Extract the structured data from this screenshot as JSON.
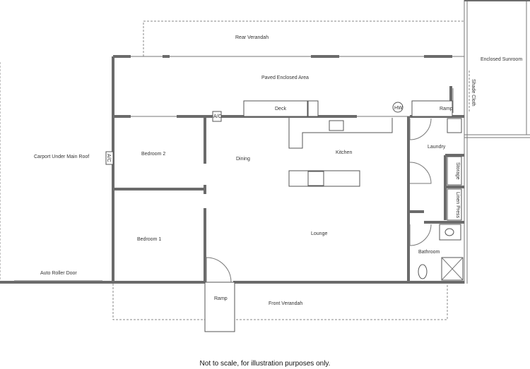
{
  "labels": {
    "rear_verandah": "Rear Verandah",
    "enclosed_sunroom": "Enclosed Sunroom",
    "paved_enclosed_area": "Paved Enclosed Area",
    "shade_cloth": "Shade Cloth",
    "deck": "Deck",
    "ramp_rear": "Ramp",
    "hw": "HW",
    "ac_1": "A/C",
    "ac_2": "A/C",
    "bedroom_2": "Bedroom 2",
    "dining": "Dining",
    "kitchen": "Kitchen",
    "laundry": "Laundry",
    "storage": "Storage",
    "linen_press": "Linen Press",
    "carport": "Carport Under Main Roof",
    "bedroom_1": "Bedroom 1",
    "lounge": "Lounge",
    "bathroom": "Bathroom",
    "auto_roller_door": "Auto Roller Door",
    "ramp_front": "Ramp",
    "front_verandah": "Front Verandah"
  },
  "footer": "Not to scale, for illustration purposes only."
}
